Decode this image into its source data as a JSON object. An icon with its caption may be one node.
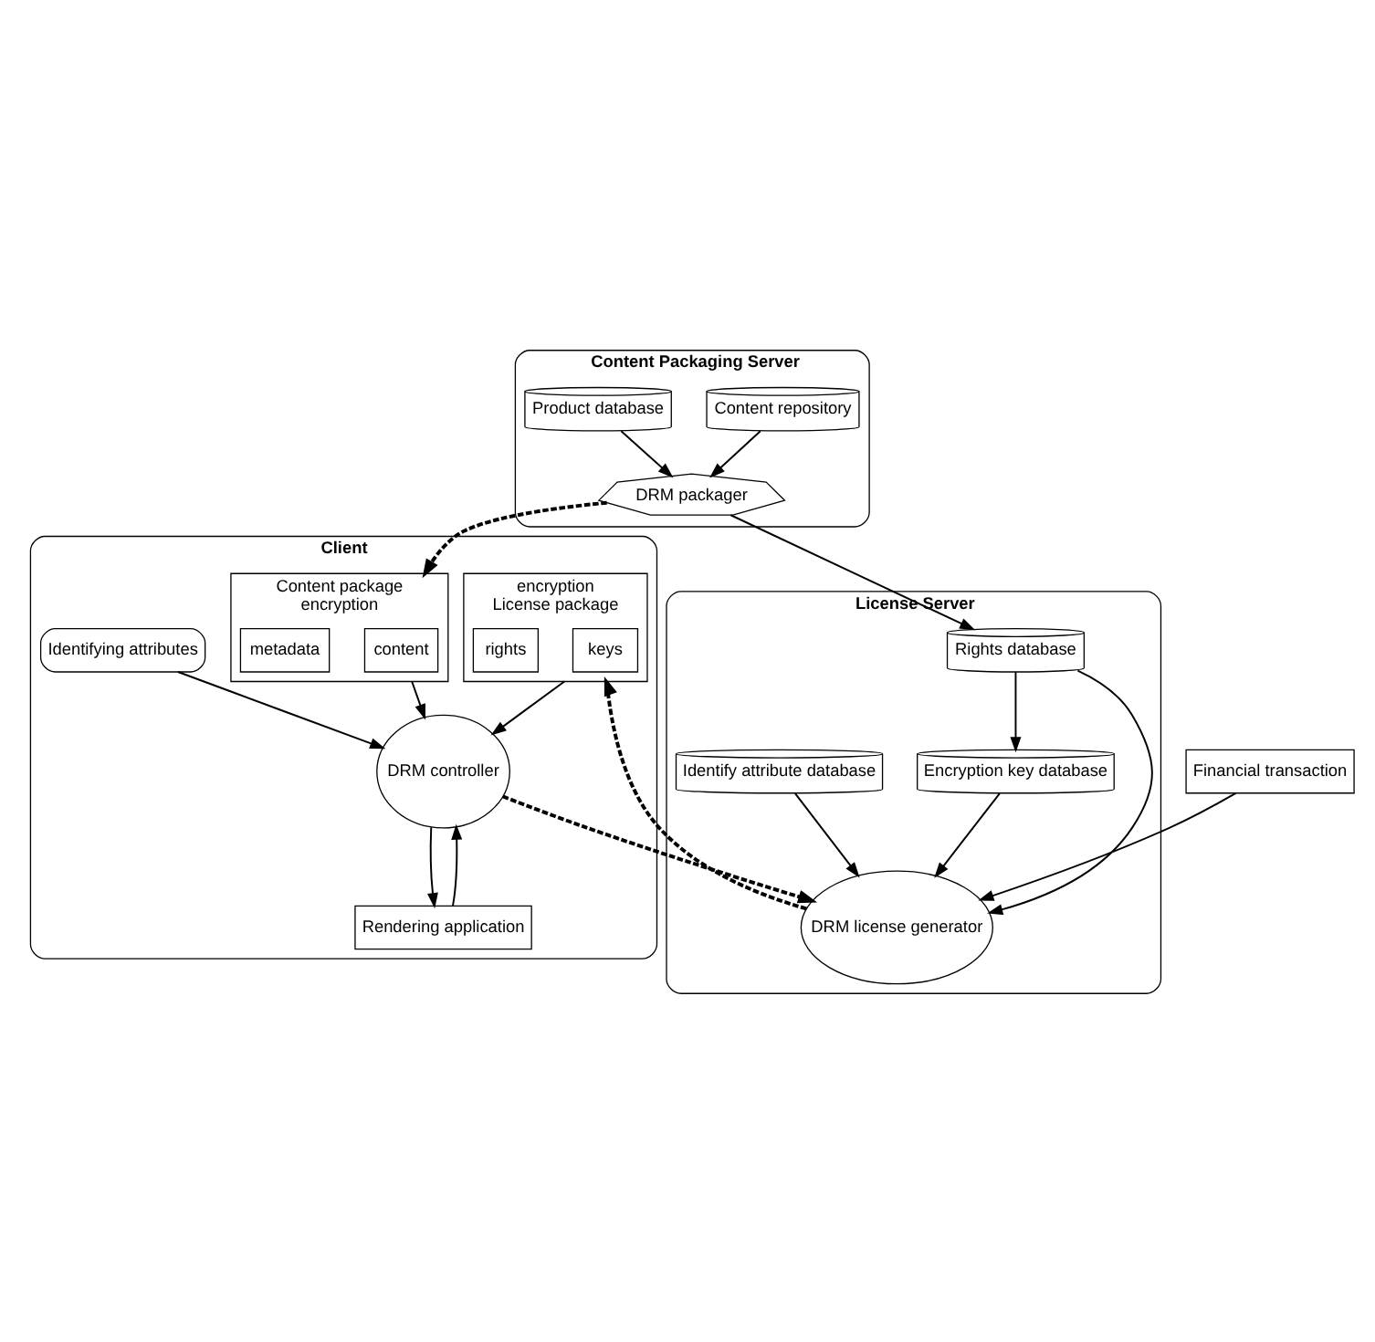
{
  "diagram": {
    "nodes": [
      {
        "text": [
          "Content Packaging Server"
        ]
      },
      {
        "text": [
          "Content repository"
        ],
        "in": 0
      },
      {
        "text": [
          "Product database"
        ],
        "in": 0
      },
      {
        "text": [
          "DRM packager"
        ],
        "in": 0
      },
      {
        "text": [
          "Client"
        ]
      },
      {
        "text": [
          "Content package",
          "encryption"
        ],
        "in": 4
      },
      {
        "text": [
          "content"
        ],
        "in": 5
      },
      {
        "text": [
          "metadata"
        ],
        "in": 5
      },
      {
        "text": [
          "Rendering application"
        ],
        "in": 4
      },
      {
        "text": [
          "DRM controller"
        ],
        "in": 4
      },
      {
        "text": [
          "Identifying attributes"
        ],
        "in": 4
      },
      {
        "text": [
          "encryption",
          "License package"
        ],
        "in": 4
      },
      {
        "text": [
          "keys"
        ],
        "in": 11
      },
      {
        "text": [
          "rights"
        ],
        "in": 11
      },
      {
        "text": [
          "Financial transaction"
        ]
      },
      {
        "text": [
          "License Server"
        ]
      },
      {
        "text": [
          "Rights database"
        ],
        "in": 15
      },
      {
        "text": [
          "Encryption key database"
        ],
        "in": 15
      },
      {
        "text": [
          "DRM license generator"
        ],
        "in": 15
      },
      {
        "text": [
          "Identify attribute database"
        ],
        "in": 15
      }
    ],
    "edges": [
      {
        "from": 1,
        "to": 3,
        "arrow": "to"
      },
      {
        "from": 2,
        "to": 3,
        "arrow": "to"
      },
      {
        "from": 3,
        "to": 5,
        "arrow": "to",
        "style": "dashed"
      },
      {
        "from": 3,
        "to": 16,
        "arrow": "to"
      },
      {
        "from": 5,
        "to": 9,
        "arrow": "to"
      },
      {
        "from": 8,
        "to": 9,
        "arrow": "to"
      },
      {
        "from": 9,
        "to": 8,
        "arrow": "to"
      },
      {
        "from": 10,
        "to": 9,
        "arrow": "to"
      },
      {
        "from": 11,
        "to": 9,
        "arrow": "to"
      },
      {
        "from": 9,
        "to": 18,
        "arrow": "to",
        "style": "dashed"
      },
      {
        "from": 18,
        "to": 11,
        "arrow": "to",
        "style": "dashed"
      },
      {
        "from": 14,
        "to": 18,
        "arrow": "to"
      },
      {
        "from": 16,
        "to": 18,
        "arrow": "to"
      },
      {
        "from": 16,
        "to": 17,
        "arrow": "to"
      },
      {
        "from": 17,
        "to": 18,
        "arrow": "to"
      },
      {
        "from": 19,
        "to": 18,
        "arrow": "to"
      }
    ]
  }
}
